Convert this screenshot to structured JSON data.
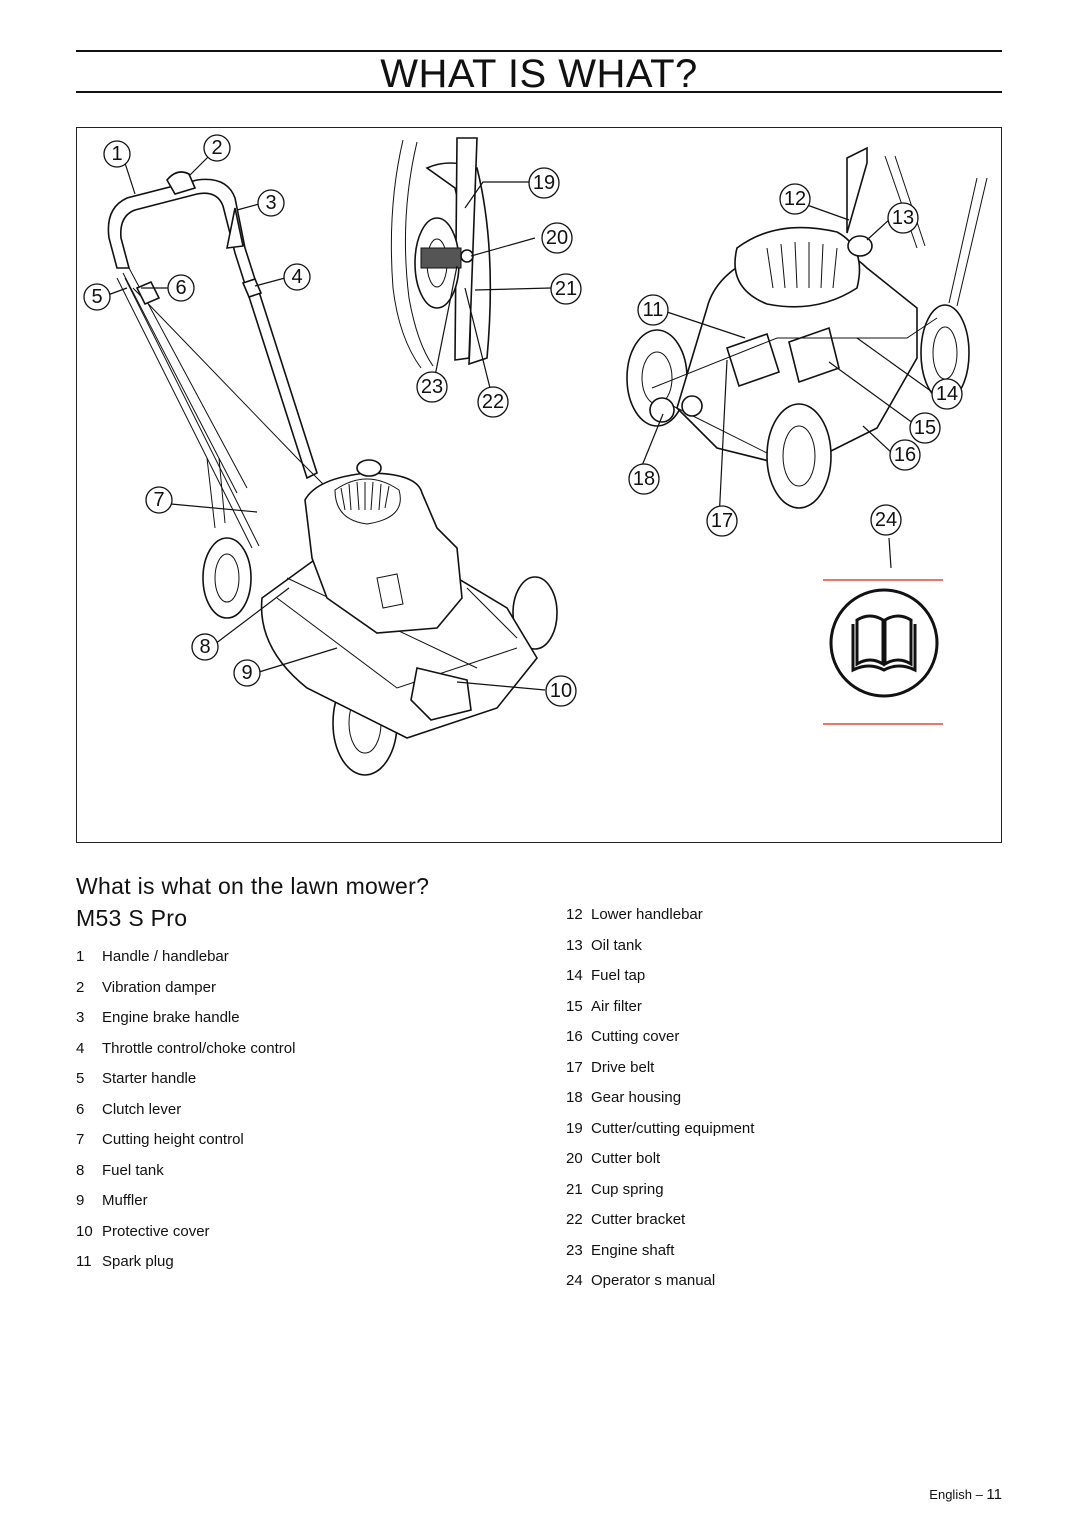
{
  "page": {
    "title": "WHAT IS WHAT?",
    "heading_line1": "What is what on the lawn mower?",
    "heading_line2": "M53 S Pro"
  },
  "figure": {
    "callouts": [
      "1",
      "2",
      "3",
      "4",
      "5",
      "6",
      "7",
      "8",
      "9",
      "10",
      "11",
      "12",
      "13",
      "14",
      "15",
      "16",
      "17",
      "18",
      "19",
      "20",
      "21",
      "22",
      "23",
      "24"
    ],
    "icon": "manual-book-icon"
  },
  "parts_left": [
    {
      "num": "1",
      "label": "Handle / handlebar"
    },
    {
      "num": "2",
      "label": "Vibration damper"
    },
    {
      "num": "3",
      "label": "Engine brake handle"
    },
    {
      "num": "4",
      "label": "Throttle control/choke control"
    },
    {
      "num": "5",
      "label": "Starter handle"
    },
    {
      "num": "6",
      "label": "Clutch lever"
    },
    {
      "num": "7",
      "label": "Cutting height control"
    },
    {
      "num": "8",
      "label": "Fuel tank"
    },
    {
      "num": "9",
      "label": "Muffler"
    },
    {
      "num": "10",
      "label": "Protective cover"
    },
    {
      "num": "11",
      "label": "Spark plug"
    }
  ],
  "parts_right": [
    {
      "num": "12",
      "label": "Lower handlebar"
    },
    {
      "num": "13",
      "label": "Oil tank"
    },
    {
      "num": "14",
      "label": "Fuel tap"
    },
    {
      "num": "15",
      "label": "Air filter"
    },
    {
      "num": "16",
      "label": "Cutting cover"
    },
    {
      "num": "17",
      "label": "Drive belt"
    },
    {
      "num": "18",
      "label": "Gear housing"
    },
    {
      "num": "19",
      "label": "Cutter/cutting equipment"
    },
    {
      "num": "20",
      "label": "Cutter bolt"
    },
    {
      "num": "21",
      "label": "Cup spring"
    },
    {
      "num": "22",
      "label": "Cutter bracket"
    },
    {
      "num": "23",
      "label": "Engine shaft"
    },
    {
      "num": "24",
      "label": "Operator s manual"
    }
  ],
  "footer": {
    "language": "English",
    "dash": "–",
    "page_number": "11"
  },
  "colors": {
    "accent_line": "#e0483c",
    "ink": "#111111"
  }
}
